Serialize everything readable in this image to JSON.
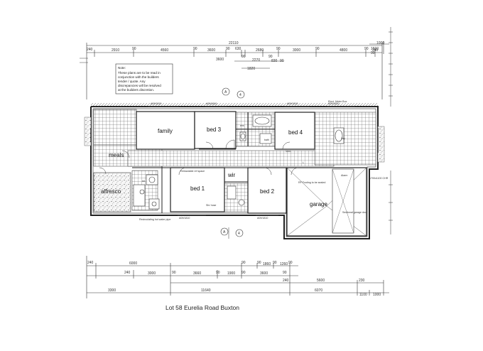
{
  "caption": "Lot 58 Eurelia Road Buxton",
  "note": {
    "lines": [
      "Note:",
      "These plans are to be read in",
      "conjunction with the builders",
      "tender / quote. Any",
      "discrepancies will be resolved",
      "at the builders discretion."
    ]
  },
  "rooms": {
    "family": "family",
    "bed3": "bed 3",
    "bed4": "bed 4",
    "meals": "meals",
    "bed1": "bed 1",
    "wir": "wir",
    "bed2": "bed 2",
    "alfresco": "alfresco",
    "garage": "garage"
  },
  "top_dims": {
    "overall": "22110",
    "row1": [
      "240",
      "2910",
      "90",
      "4560",
      "90",
      "3600",
      "90",
      "630",
      "2680",
      "90",
      "3000",
      "90",
      "4800",
      "90",
      "240"
    ],
    "row2": [
      "3600",
      "90",
      "2270",
      "90",
      "830",
      "90",
      "1820"
    ],
    "right": [
      "1000",
      "1500",
      "90"
    ]
  },
  "bottom_dims": {
    "row1": [
      "240",
      "6000",
      "90",
      "90",
      "1860",
      "90",
      "1260",
      "90"
    ],
    "row2": [
      "240",
      "3000",
      "90",
      "3660",
      "90",
      "1900",
      "90",
      "3600",
      "90"
    ],
    "row3": [
      "240",
      "5600",
      "230"
    ],
    "row4": [
      "3300",
      "11640",
      "6070",
      "1100",
      "1000"
    ]
  },
  "markers": {
    "a": "A",
    "four": "4"
  },
  "annotations": {
    "rec_pipe": "Recirculating hot water pipe",
    "fridge": "Retractable ref space",
    "elec_box": "Elect. Meter Box",
    "garage_note": "RF Footing to be sealed",
    "alarm": "Alarm",
    "shr_hose": "Shr hose",
    "garage_door": "Sectional garage door",
    "linen": "L",
    "ens": "ens",
    "bath": "bath",
    "ldry": "ldry",
    "kit": "kit",
    "vent": "Vent",
    "lounge_dims": "1700x1100 CHR"
  }
}
